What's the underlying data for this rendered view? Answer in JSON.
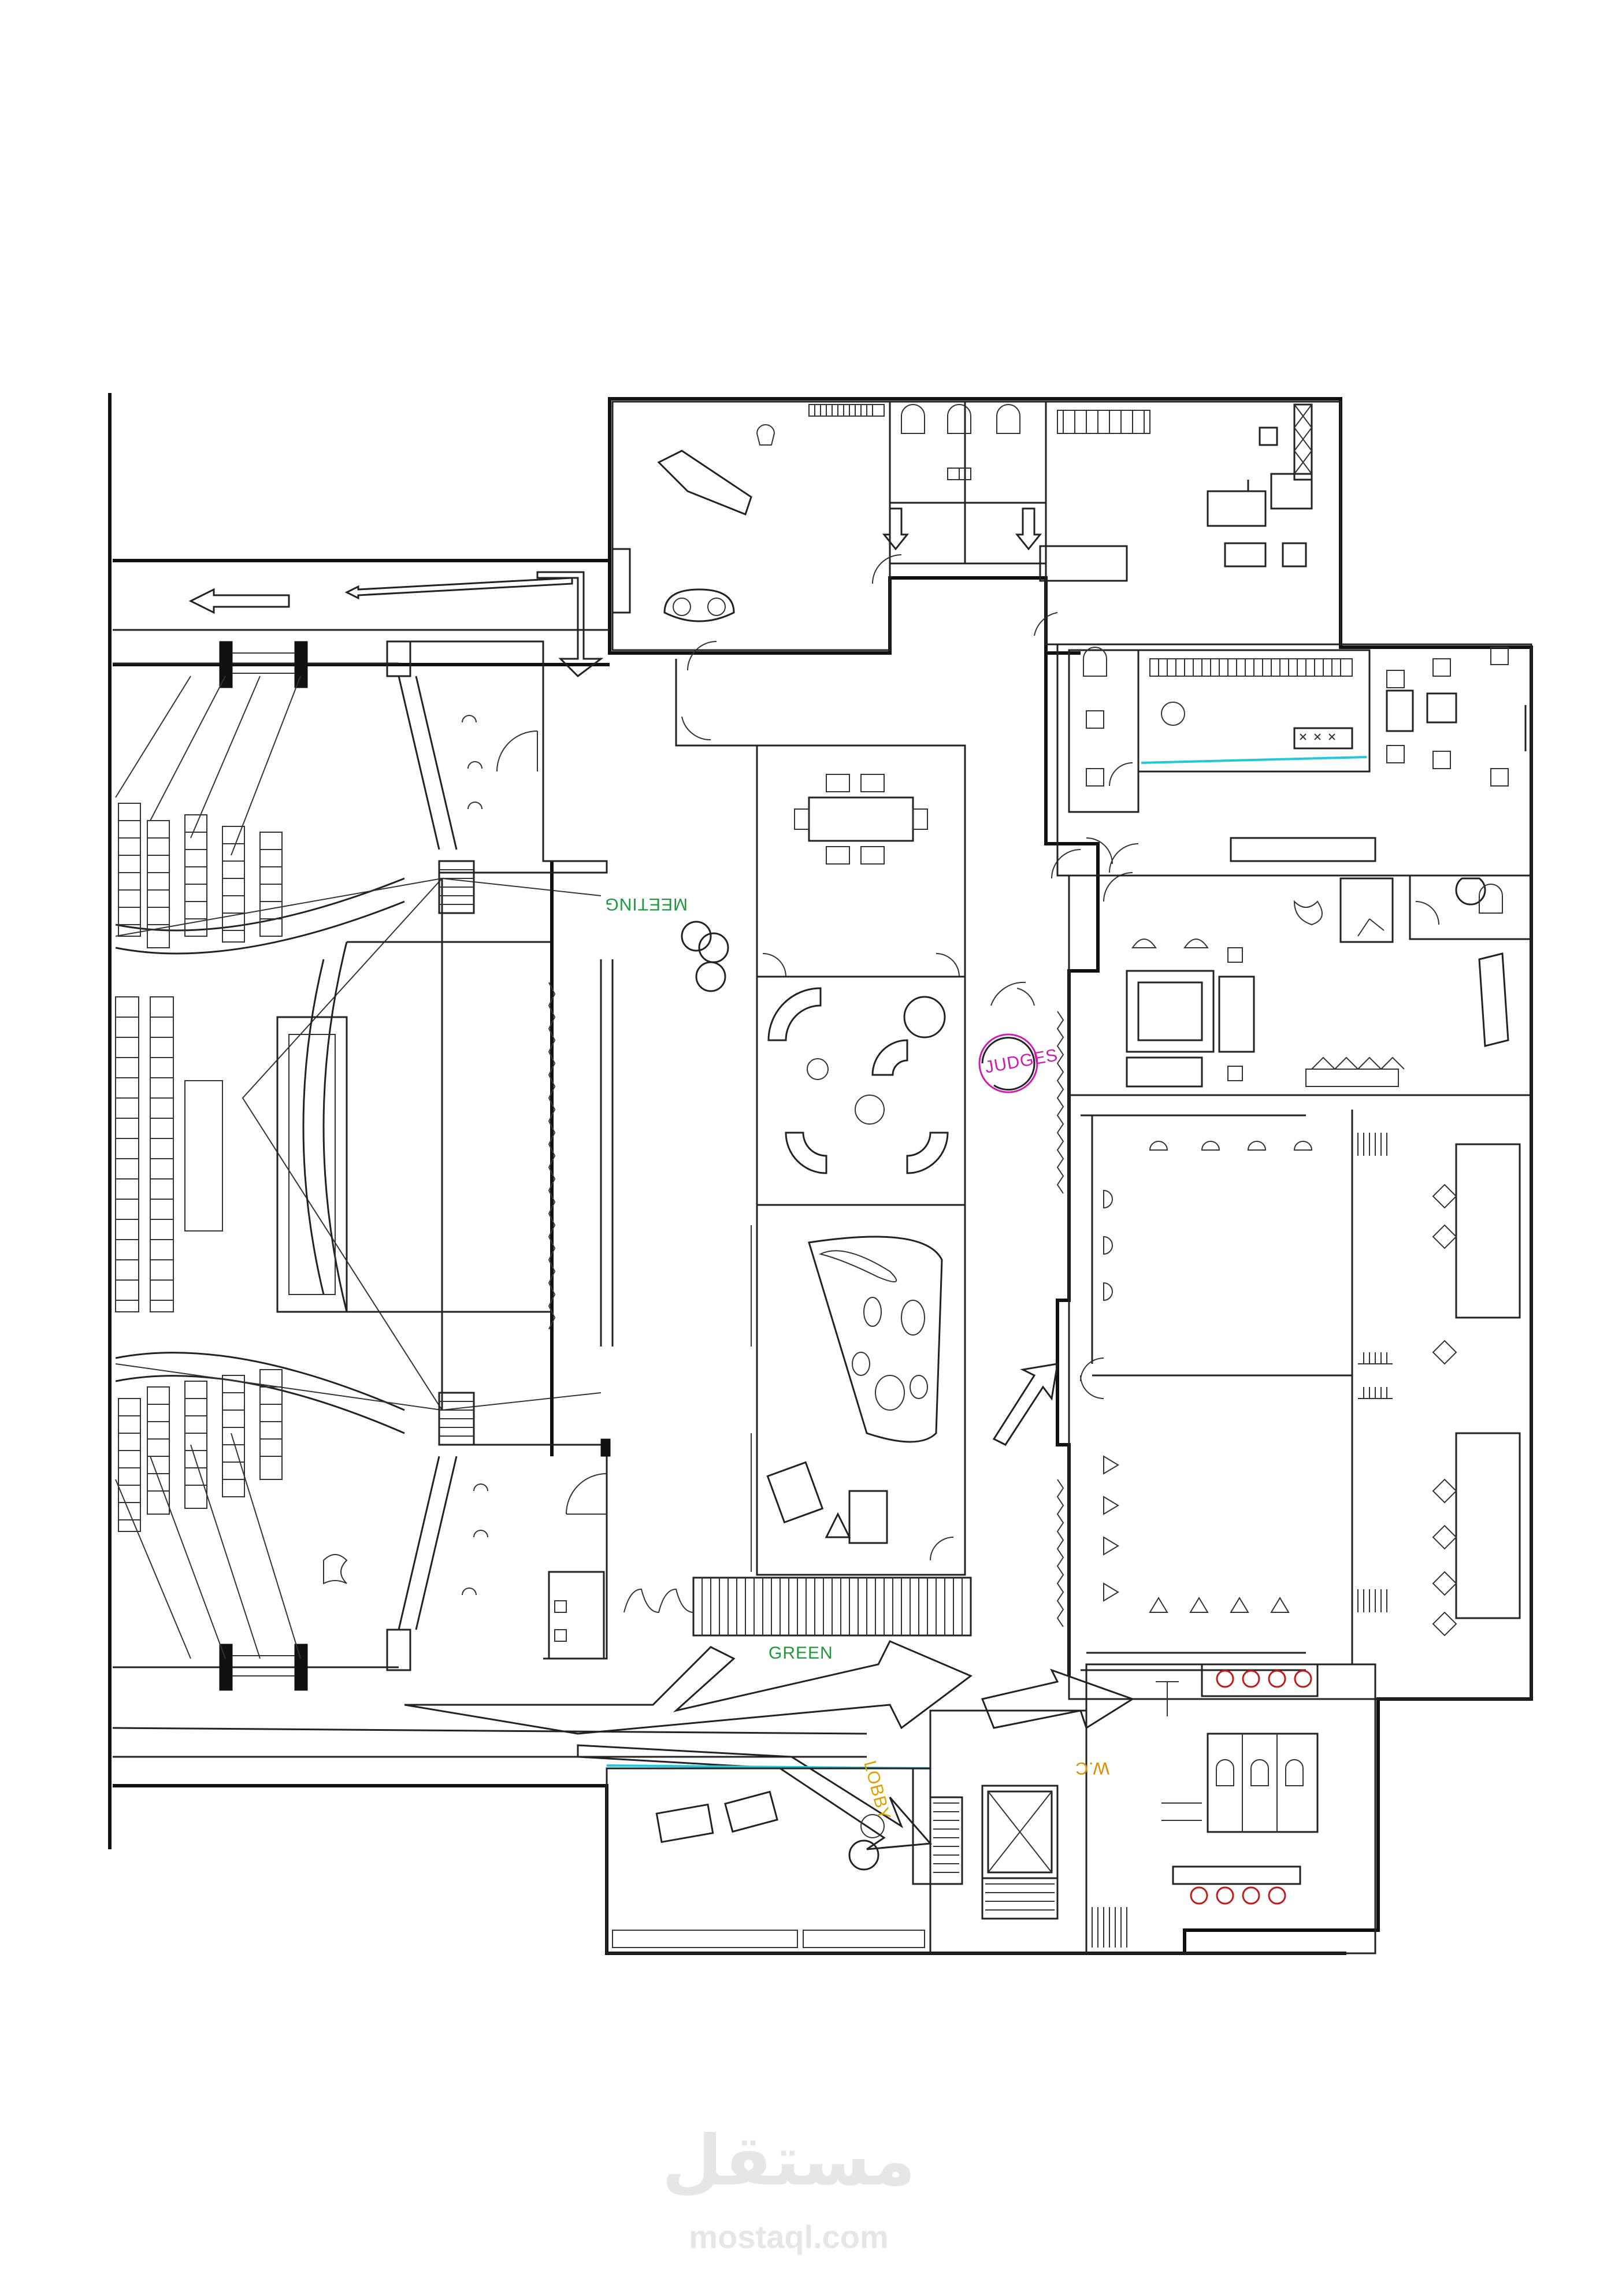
{
  "labels": {
    "meeting": "MEETING",
    "judges": "JUDGES",
    "green": "GREEN",
    "lobby": "LOBBY",
    "wc": "W.C"
  },
  "watermark": {
    "arabic": "مستقل",
    "latin": "mostaql.com"
  },
  "colors": {
    "meeting": "#1a9a3a",
    "judges": "#d01ab0",
    "green": "#1a9a3a",
    "lobby": "#e0a000",
    "wc": "#e08a00",
    "glazing": "#20c8d8",
    "fixture_red": "#c21a1a",
    "watermark": "#e6e6e6"
  }
}
